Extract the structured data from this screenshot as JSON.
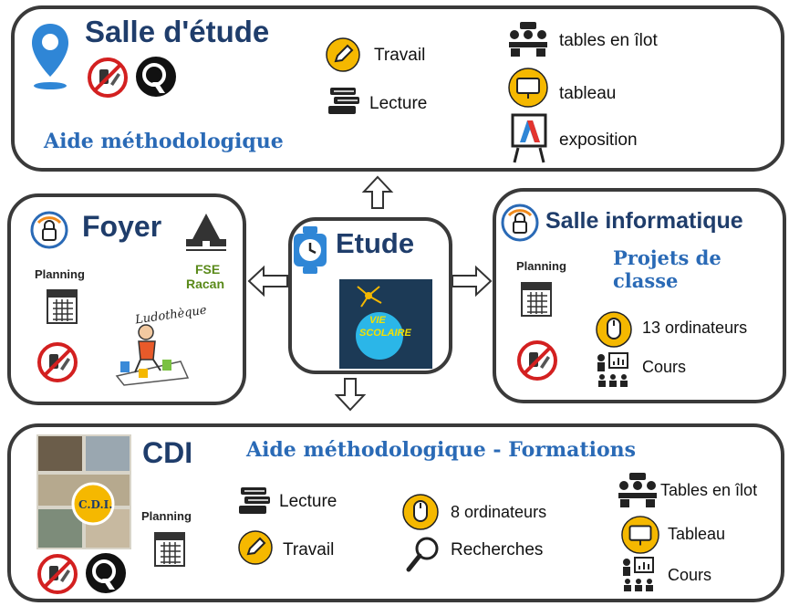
{
  "salle_etude": {
    "title": "Salle d'étude",
    "subtitle": "Aide méthodologique",
    "items": [
      "Travail",
      "Lecture",
      "tables en îlot",
      "tableau",
      "exposition"
    ]
  },
  "foyer": {
    "title": "Foyer",
    "planning": "Planning",
    "fse_line1": "FSE",
    "fse_line2": "Racan",
    "ludotheque": "Ludothèque"
  },
  "etude": {
    "title": "Etude",
    "badge_line1": "VIE",
    "badge_line2": "SCOLAIRE"
  },
  "salle_info": {
    "title": "Salle informatique",
    "subtitle": "Projets de classe",
    "planning": "Planning",
    "items": [
      "13 ordinateurs",
      "Cours"
    ]
  },
  "cdi": {
    "title": "CDI",
    "subtitle": "Aide méthodologique - Formations",
    "planning": "Planning",
    "photo_label": "C.D.I.",
    "items": [
      "Lecture",
      "Travail",
      "8 ordinateurs",
      "Recherches",
      "Tables en îlot",
      "Tableau",
      "Cours"
    ]
  },
  "colors": {
    "accent_blue": "#2a6ab6",
    "title_navy": "#1f3d6b",
    "yellow": "#f5b800",
    "red": "#d32020",
    "fse_green": "#5a8a1a"
  }
}
